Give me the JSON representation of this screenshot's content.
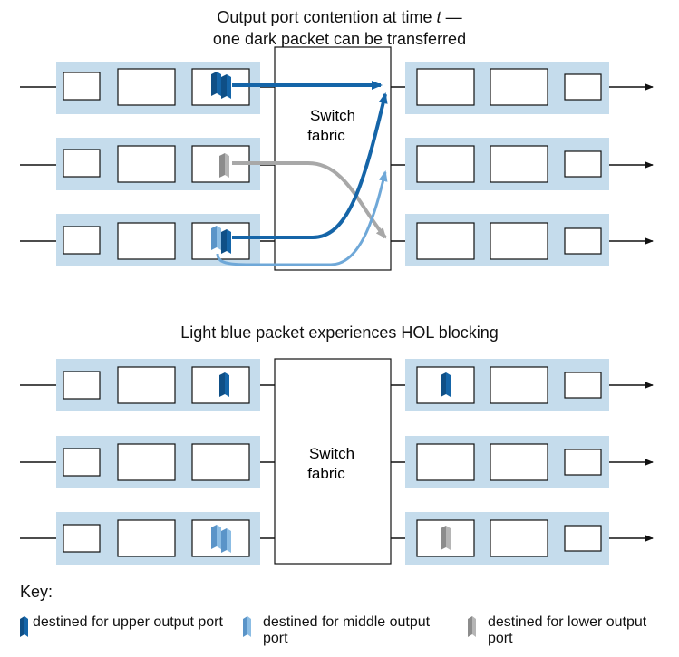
{
  "top": {
    "title_line1": "Output port contention at time ",
    "title_var": "t",
    "title_dash": " —",
    "title_line2": "one dark packet can be transferred",
    "fabric_line1": "Switch",
    "fabric_line2": "fabric"
  },
  "bottom": {
    "title": "Light blue packet experiences HOL blocking",
    "fabric_line1": "Switch",
    "fabric_line2": "fabric"
  },
  "key": {
    "title": "Key:",
    "items": [
      {
        "label": "destined for upper output port",
        "icon": "dark-blue-packet-icon",
        "color": "#1565a8"
      },
      {
        "label": "destined for middle output port",
        "icon": "light-blue-packet-icon",
        "color": "#6fa8d8"
      },
      {
        "label": "destined for lower output port",
        "icon": "gray-packet-icon",
        "color": "#a8a8a8"
      }
    ]
  },
  "colors": {
    "port_fill": "#c5dcec",
    "dark_blue": "#1565a8",
    "light_blue": "#6fa8d8",
    "gray": "#a8a8a8"
  }
}
